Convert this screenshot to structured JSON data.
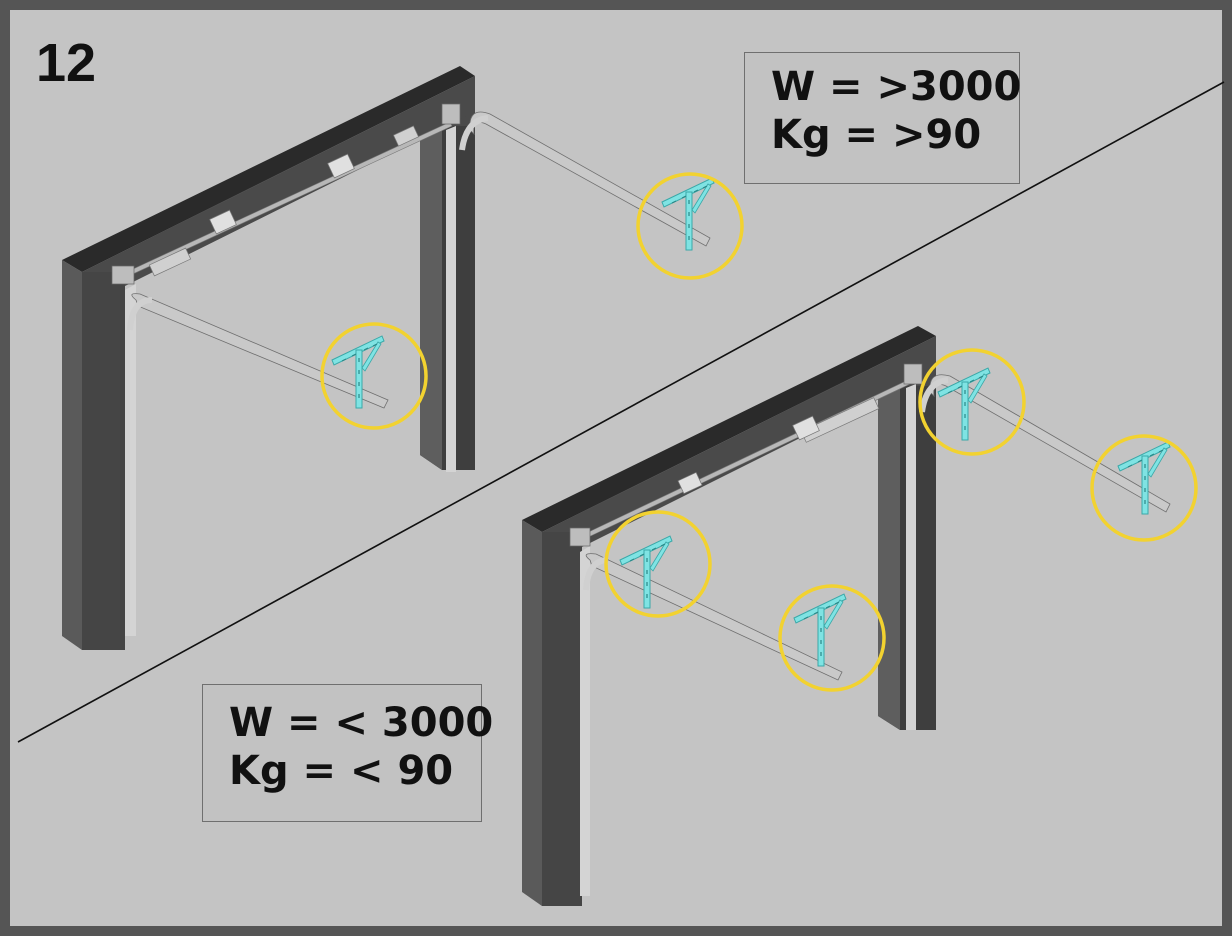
{
  "step": {
    "number": "12"
  },
  "spec_top": {
    "width_line": "W = >3000",
    "weight_line": "Kg = >90"
  },
  "spec_bottom": {
    "width_line": "W = < 3000",
    "weight_line": "Kg = < 90"
  },
  "colors": {
    "frame": "#4a4a4a",
    "frame_dark": "#2a2a2a",
    "frame_light": "#6a6a6a",
    "rail": "#c9c9c9",
    "bracket": "#7fe3e3",
    "highlight_circle": "#f2d230",
    "background": "#c4c4c4",
    "border": "#555555"
  }
}
